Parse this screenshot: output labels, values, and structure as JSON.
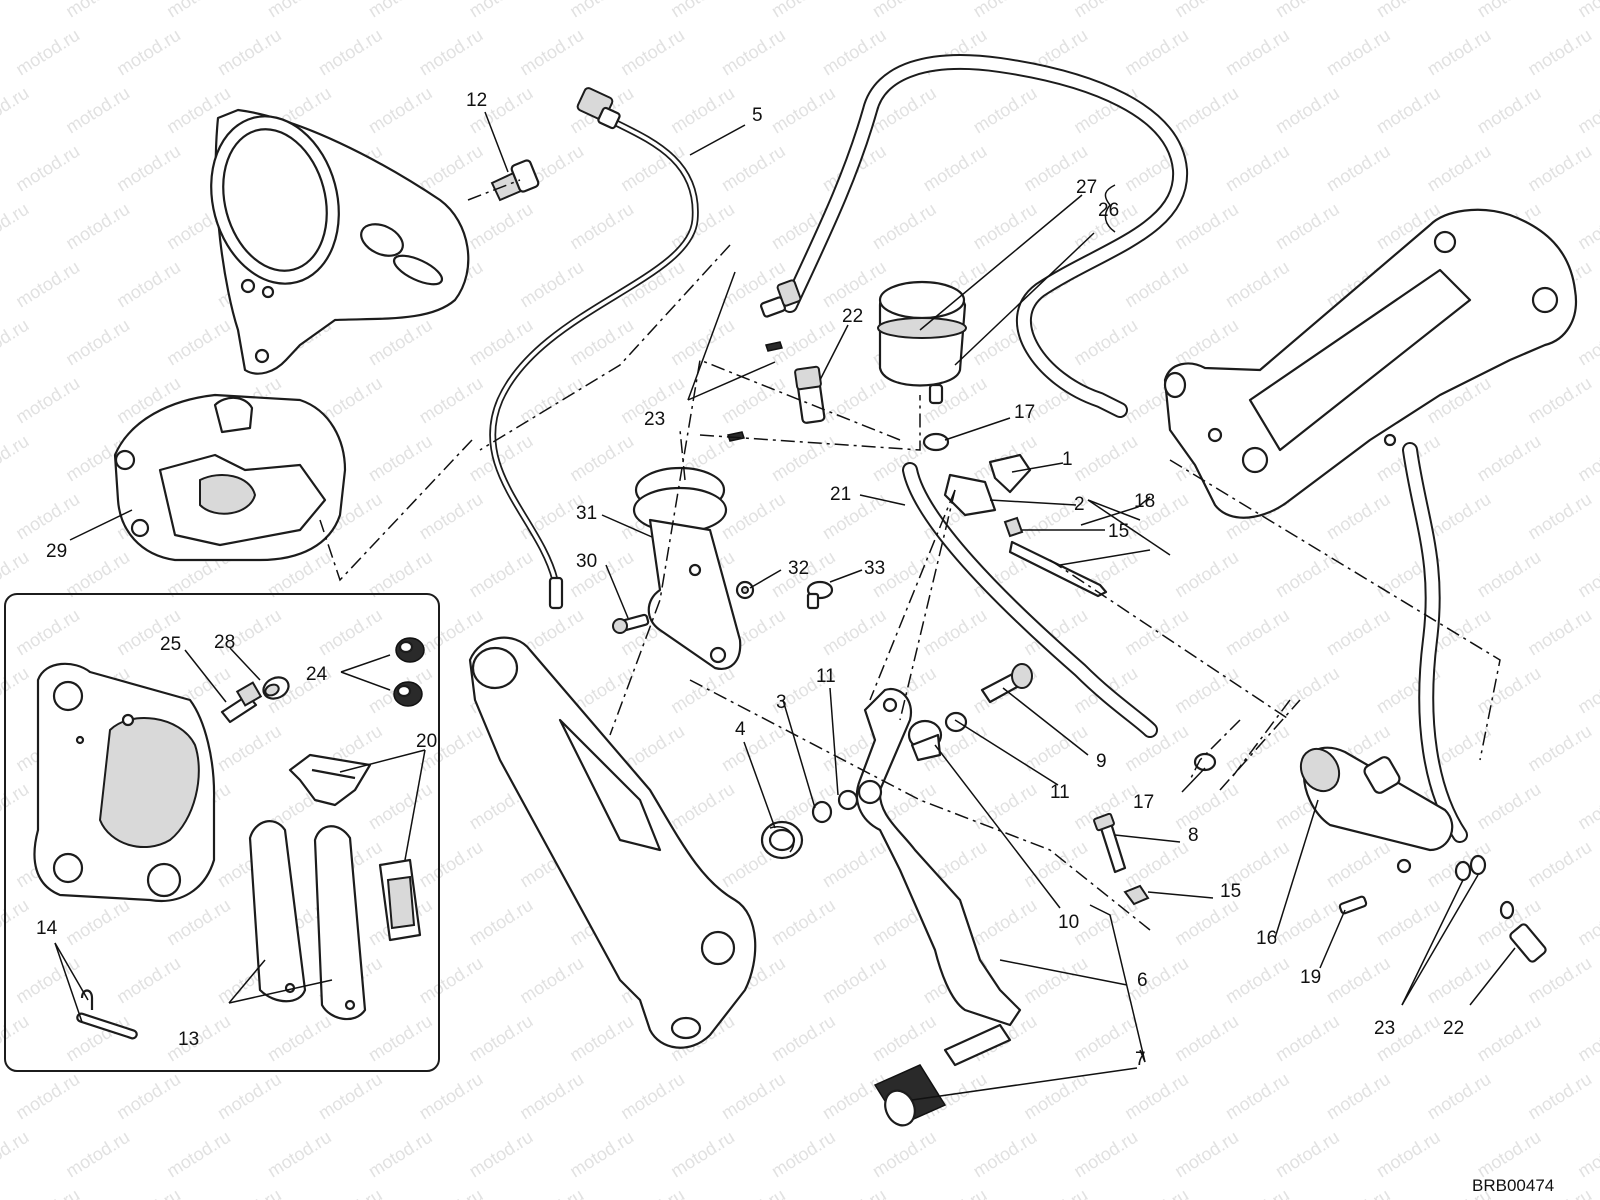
{
  "watermark_text": "motod.ru",
  "drawing_code": "BRB00474",
  "callouts": [
    "1",
    "2",
    "3",
    "4",
    "5",
    "6",
    "7",
    "8",
    "9",
    "10",
    "11",
    "11",
    "12",
    "13",
    "14",
    "15",
    "15",
    "16",
    "17",
    "17",
    "18",
    "19",
    "20",
    "21",
    "22",
    "22",
    "23",
    "23",
    "24",
    "25",
    "26",
    "27",
    "28",
    "29",
    "30",
    "31",
    "32",
    "33"
  ],
  "colors": {
    "ink": "#1c1c1c",
    "paper": "#ffffff",
    "watermark": "#c9c9c9"
  }
}
